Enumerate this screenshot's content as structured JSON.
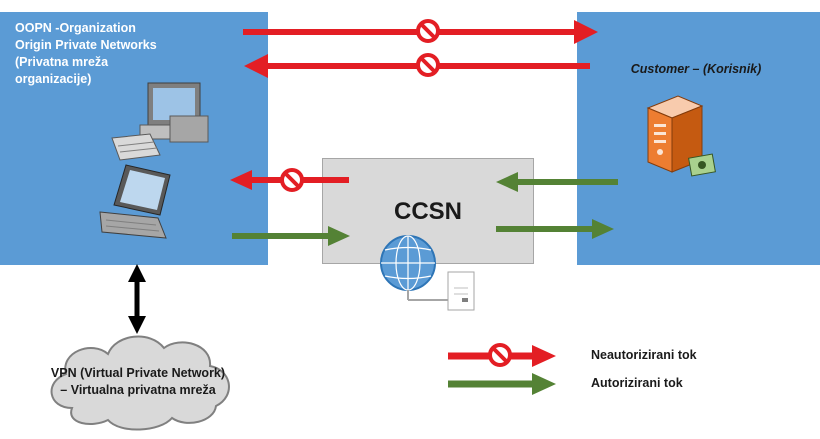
{
  "diagram": {
    "left_panel": {
      "title": "OOPN -Organization Origin Private Networks (Privatna mreža organizacije)"
    },
    "right_panel": {
      "title": "Customer – (Korisnik)"
    },
    "center_box": {
      "title": "CCSN"
    },
    "cloud": {
      "label": "VPN (Virtual Private Network) – Virtualna privatna mreža"
    },
    "legend": {
      "unauthorized": "Neautorizirani tok",
      "authorized": "Autorizirani tok"
    },
    "colors": {
      "panel": "#5b9bd5",
      "unauthorized_arrow": "#e31e24",
      "authorized_arrow": "#548235",
      "center_box": "#d9d9d9",
      "cloud": "#d9d9d9"
    },
    "icons": [
      "desktop-computer-icon",
      "laptop-icon",
      "server-icon",
      "globe-icon",
      "document-icon",
      "prohibition-icon"
    ]
  }
}
